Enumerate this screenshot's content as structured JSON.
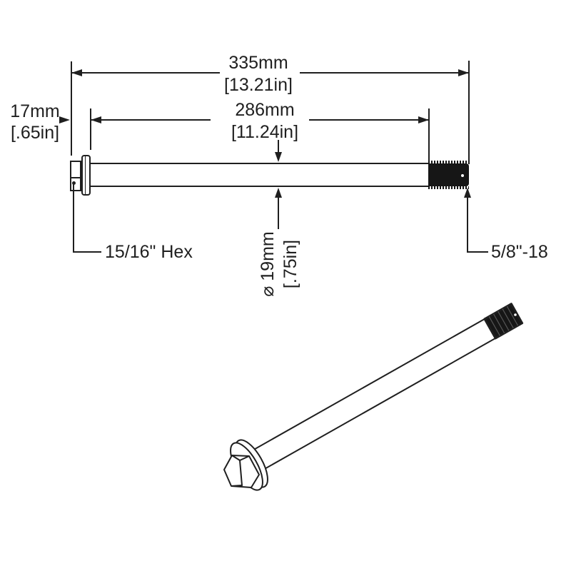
{
  "colors": {
    "ink": "#1f1f1f",
    "paper": "#ffffff",
    "thread_fill": "#161616"
  },
  "dims": {
    "overall": {
      "mm": "335mm",
      "in": "[13.21in]"
    },
    "shank": {
      "mm": "286mm",
      "in": "[11.24in]"
    },
    "head": {
      "mm": "17mm",
      "in": "[.65in]"
    },
    "diameter": {
      "mm": "⌀ 19mm",
      "in": "[.75in]"
    }
  },
  "callouts": {
    "hex": "15/16\" Hex",
    "thread": "5/8\"-18"
  }
}
